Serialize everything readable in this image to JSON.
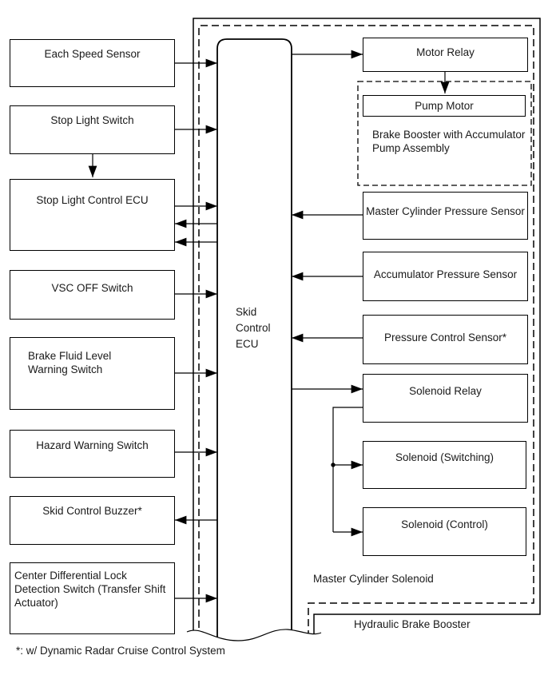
{
  "diagram": {
    "left_boxes": [
      {
        "id": "each-speed-sensor",
        "label": "Each Speed Sensor"
      },
      {
        "id": "stop-light-switch",
        "label": "Stop Light Switch"
      },
      {
        "id": "stop-light-control-ecu",
        "label": "Stop Light Control ECU"
      },
      {
        "id": "vsc-off-switch",
        "label": "VSC OFF Switch"
      },
      {
        "id": "brake-fluid-level-warning-switch",
        "label": "Brake Fluid Level Warning Switch"
      },
      {
        "id": "hazard-warning-switch",
        "label": "Hazard Warning Switch"
      },
      {
        "id": "skid-control-buzzer",
        "label": "Skid Control Buzzer*"
      },
      {
        "id": "center-differential-lock-detection-switch",
        "label": "Center Differential Lock Detection Switch (Transfer Shift Actuator)"
      }
    ],
    "center_box": {
      "id": "skid-control-ecu",
      "label": "Skid Control ECU"
    },
    "right_boxes": [
      {
        "id": "motor-relay",
        "label": "Motor Relay"
      },
      {
        "id": "pump-motor",
        "label": "Pump Motor"
      },
      {
        "id": "master-cylinder-pressure-sensor",
        "label": "Master Cylinder Pressure Sensor"
      },
      {
        "id": "accumulator-pressure-sensor",
        "label": "Accumulator Pressure Sensor"
      },
      {
        "id": "pressure-control-sensor",
        "label": "Pressure Control Sensor*"
      },
      {
        "id": "solenoid-relay",
        "label": "Solenoid Relay"
      },
      {
        "id": "solenoid-switching",
        "label": "Solenoid (Switching)"
      },
      {
        "id": "solenoid-control",
        "label": "Solenoid (Control)"
      }
    ],
    "captions": {
      "brake_booster_assembly": "Brake Booster with Accumulator Pump Assembly",
      "master_cylinder_solenoid": "Master Cylinder Solenoid",
      "hydraulic_brake_booster": "Hydraulic Brake Booster",
      "footnote": "*: w/ Dynamic Radar Cruise Control System"
    },
    "colors": {
      "line": "#000000",
      "background": "#ffffff"
    }
  }
}
